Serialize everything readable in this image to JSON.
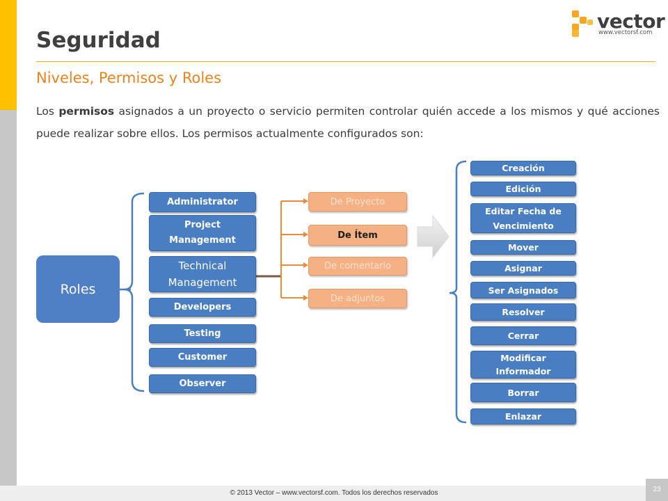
{
  "header": {
    "title": "Seguridad",
    "subtitle": "Niveles, Permisos y Roles"
  },
  "logo": {
    "name": "vector",
    "url": "www.vectorsf.com"
  },
  "intro": {
    "part1": "Los ",
    "bold": "permisos",
    "part2": " asignados a un proyecto o servicio permiten controlar quién accede a los mismos y qué acciones puede realizar sobre ellos. Los permisos actualmente configurados son:"
  },
  "diagram": {
    "root": "Roles",
    "roles": [
      "Administrator",
      "Project Management",
      "Technical Management",
      "Developers",
      "Testing",
      "Customer",
      "Observer"
    ],
    "permission_types": [
      "De Proyecto",
      "De Ítem",
      "De comentario",
      "De adjuntos"
    ],
    "actions": [
      "Creación",
      "Edición",
      "Editar Fecha de Vencimiento",
      "Mover",
      "Asignar",
      "Ser Asignados",
      "Resolver",
      "Cerrar",
      "Modificar Informador",
      "Borrar",
      "Enlazar"
    ]
  },
  "footer": {
    "copyright": "© 2013 Vector – www.vectorsf.com. Todos los derechos reservados",
    "page": "23"
  },
  "colors": {
    "accent_yellow": "#ffc000",
    "title_orange": "#e8831f",
    "box_blue": "#4a7ec2",
    "box_orange": "#f5b183",
    "connector_orange": "#ed8a3c",
    "bracket_blue": "#4a7ec2"
  }
}
